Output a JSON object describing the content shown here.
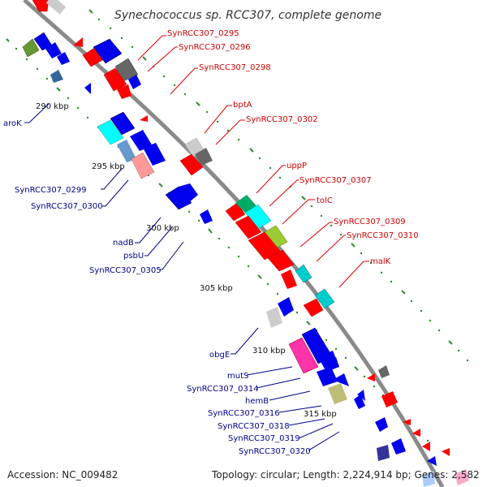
{
  "title": "Synechococcus sp. RCC307, complete genome",
  "accession": "Accession: NC_009482",
  "topology": "Topology: circular; Length: 2,224,914 bp; Genes: 2,582",
  "colors": {
    "forward_label": "#cc0000",
    "reverse_label": "#00008b",
    "backbone": "#888888",
    "tick": "#228b22"
  },
  "kbp_ticks": [
    "290 kbp",
    "295 kbp",
    "300 kbp",
    "305 kbp",
    "310 kbp",
    "315 kbp"
  ],
  "forward_labels": [
    "SynRCC307_0295",
    "SynRCC307_0296",
    "SynRCC307_0298",
    "bptA",
    "SynRCC307_0302",
    "uppP",
    "SynRCC307_0307",
    "tolC",
    "SynRCC307_0309",
    "SynRCC307_0310",
    "malK"
  ],
  "reverse_labels": [
    "aroK",
    "SynRCC307_0299",
    "SynRCC307_0300",
    "nadB",
    "psbU",
    "SynRCC307_0305",
    "obgE",
    "mutS",
    "SynRCC307_0314",
    "hemB",
    "SynRCC307_0316",
    "SynRCC307_0318",
    "SynRCC307_0319",
    "SynRCC307_0320"
  ]
}
